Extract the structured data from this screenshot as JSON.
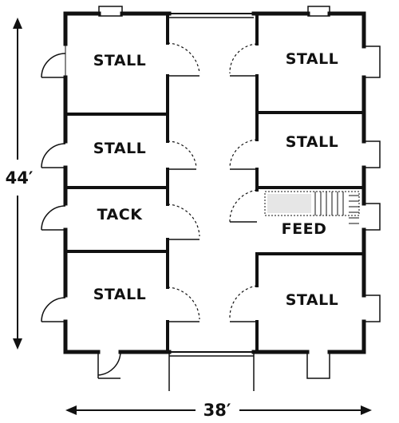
{
  "rooms": {
    "stall_left_1": "STALL",
    "stall_left_2": "STALL",
    "tack": "TACK",
    "stall_left_4": "STALL",
    "stall_right_1": "STALL",
    "stall_right_2": "STALL",
    "feed": "FEED",
    "stall_right_4": "STALL"
  },
  "dimensions": {
    "depth": "44′",
    "width": "38′"
  }
}
